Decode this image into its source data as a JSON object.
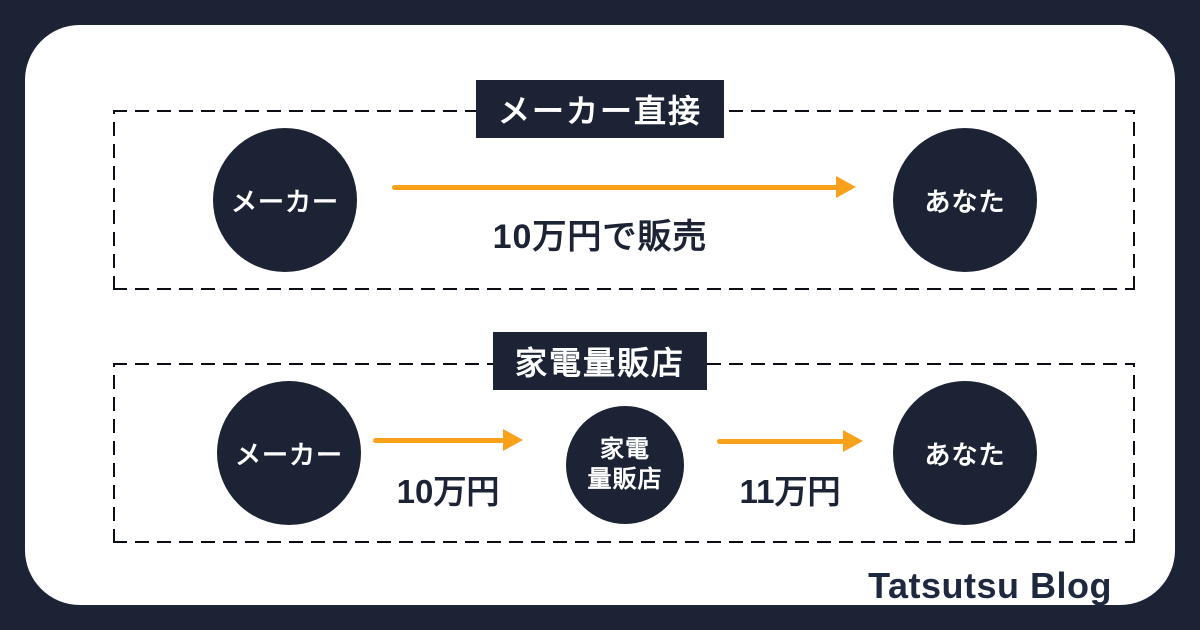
{
  "colors": {
    "background_navy": "#1b2334",
    "card_white": "#ffffff",
    "arrow_orange": "#f9a11b",
    "dash_black": "#0b0e14",
    "text_navy": "#1b2334"
  },
  "sections": [
    {
      "title": "メーカー直接",
      "nodes": [
        {
          "label": "メーカー"
        },
        {
          "label": "あなた"
        }
      ],
      "arrows": [
        {
          "label": "10万円で販売"
        }
      ]
    },
    {
      "title": "家電量販店",
      "nodes": [
        {
          "label": "メーカー"
        },
        {
          "label_top": "家電",
          "label_bottom": "量販店"
        },
        {
          "label": "あなた"
        }
      ],
      "arrows": [
        {
          "label": "10万円"
        },
        {
          "label": "11万円"
        }
      ]
    }
  ],
  "footer": {
    "brand": "Tatsutsu Blog"
  }
}
